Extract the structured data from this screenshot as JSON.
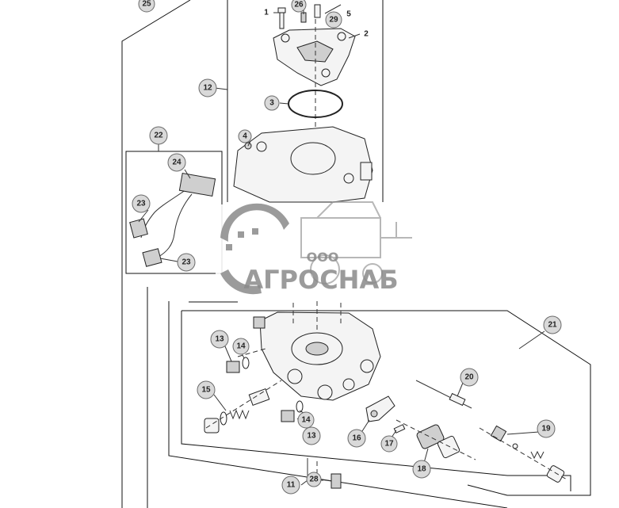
{
  "callouts": {
    "c25": "25",
    "c26": "26",
    "c29": "29",
    "c1": "1",
    "c5": "5",
    "c2": "2",
    "c12": "12",
    "c3": "3",
    "c4": "4",
    "c22": "22",
    "c24": "24",
    "c23a": "23",
    "c23b": "23",
    "c21": "21",
    "c13a": "13",
    "c14a": "14",
    "c15": "15",
    "c14b": "14",
    "c13b": "13",
    "c16": "16",
    "c17": "17",
    "c18": "18",
    "c20": "20",
    "c19": "19",
    "c11": "11",
    "c28": "28"
  },
  "watermark": {
    "small": "ООО",
    "brand": "АГРОСНАБ"
  },
  "colors": {
    "callout_fill": "#d9d9d9",
    "line": "#333333",
    "watermark": "#8a8a8a"
  }
}
